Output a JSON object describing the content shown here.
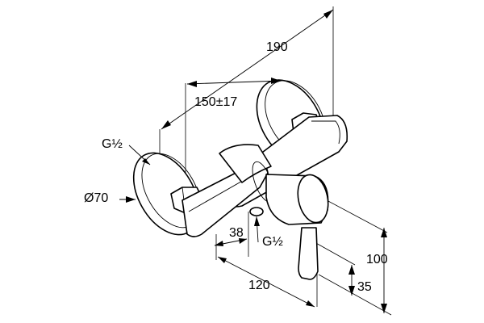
{
  "drawing": {
    "dimensions": {
      "overall_width": "190",
      "center_distance": "150±17",
      "connection_thread_top": "G½",
      "rosette_diameter": "Ø70",
      "outlet_offset": "38",
      "outlet_thread": "G½",
      "projection": "120",
      "total_height": "100",
      "outlet_height": "35"
    }
  }
}
